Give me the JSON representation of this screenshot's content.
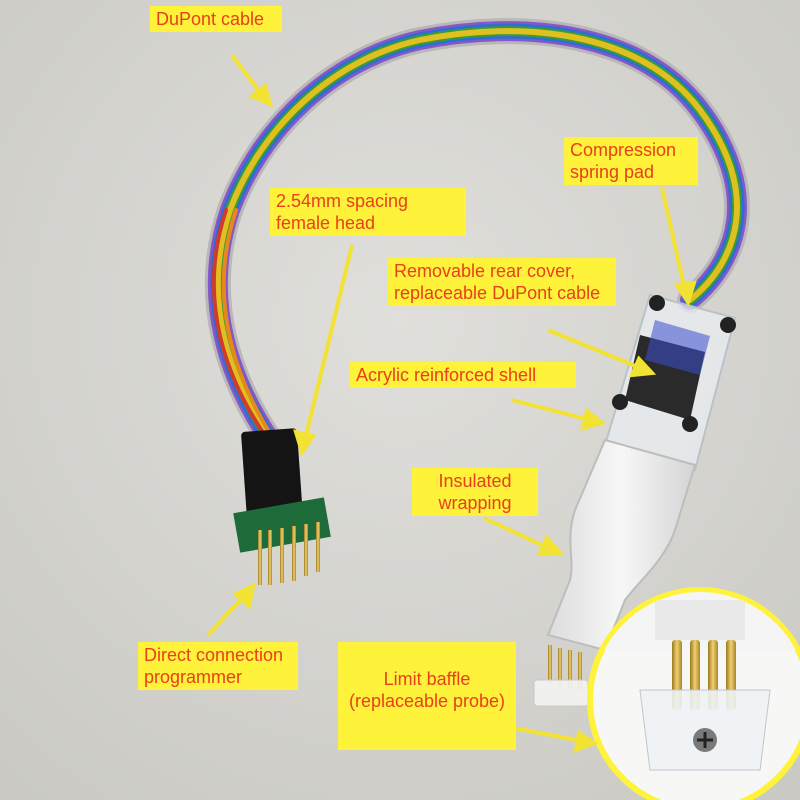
{
  "labels": {
    "dupont_cable": "DuPont cable",
    "female_head": [
      "2.54mm spacing",
      "female head"
    ],
    "compression_pad": [
      "Compression",
      "spring pad"
    ],
    "rear_cover": [
      "Removable rear cover,",
      "replaceable DuPont cable"
    ],
    "acrylic_shell": "Acrylic reinforced shell",
    "insulated_wrapping": [
      "Insulated",
      "wrapping"
    ],
    "direct_connection": [
      "Direct connection",
      "programmer"
    ],
    "limit_baffle": [
      "Limit baffle",
      "(replaceable probe)"
    ]
  },
  "colors": {
    "label_background": "#fff23a",
    "label_text": "#e8401d",
    "arrow": "#f2e234",
    "wire_colors": [
      "#b8b8b8",
      "#8a55c9",
      "#2a6fd6",
      "#3a9a3a",
      "#e0c020",
      "#e58a1a",
      "#d23a2a",
      "#6b4a2a"
    ]
  }
}
